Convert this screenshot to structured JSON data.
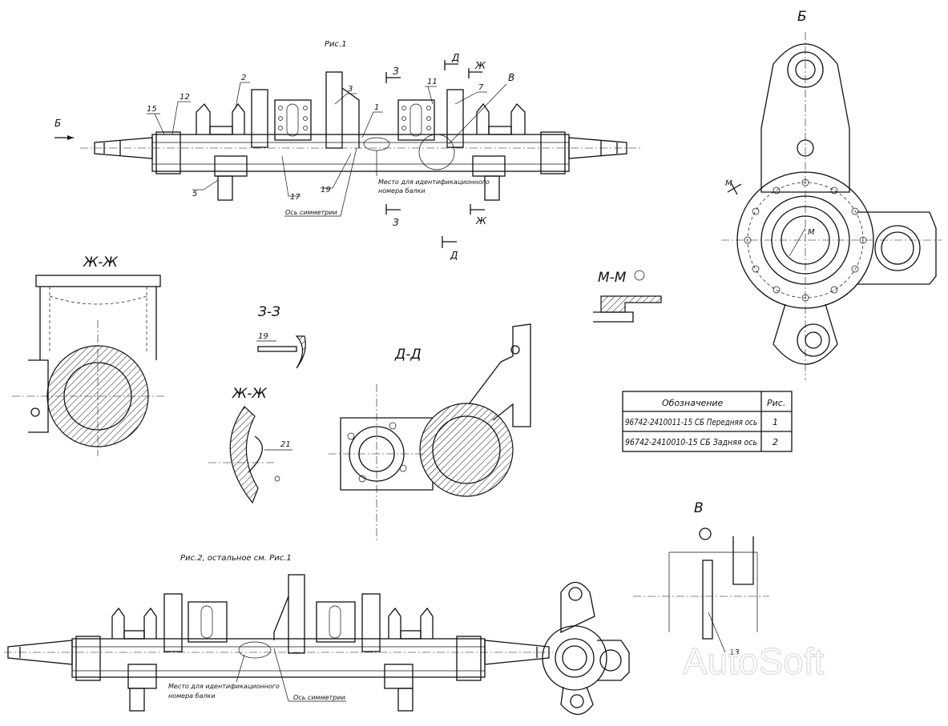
{
  "fig1": {
    "caption": "Рис.1",
    "view_b_arrow": "Б",
    "callouts": [
      "1",
      "2",
      "3",
      "5",
      "7",
      "11",
      "12",
      "15",
      "17",
      "19"
    ],
    "section_z": "З",
    "section_d": "Д",
    "section_zh": "Ж",
    "detail_v": "В",
    "id_place": [
      "Место для идентификационного",
      "номера балки"
    ],
    "symmetry_axis": "Ось симметрии"
  },
  "fig2": {
    "caption": "Рис.2,  остальное см. Рис.1",
    "id_place": [
      "Место для идентификационного",
      "номера балки"
    ],
    "symmetry_axis": "Ось симметрии"
  },
  "views": {
    "b_title": "Б",
    "m_label": "М",
    "mm_title": "М-М",
    "zhzh_title": "Ж-Ж",
    "zz_title": "З-З",
    "zz_callout": "19",
    "dd_title": "Д-Д",
    "zhzh2_title": "Ж-Ж",
    "zhzh2_callout": "21",
    "v_title": "В",
    "v_callout": "13"
  },
  "table": {
    "headers": [
      "Обозначение",
      "Рис."
    ],
    "rows": [
      {
        "designation": "96742-2410011-15 СБ Передняя ось",
        "fig": "1"
      },
      {
        "designation": "96742-2410010-15 СБ Задняя ось",
        "fig": "2"
      }
    ]
  },
  "watermark": "AutoSoft"
}
